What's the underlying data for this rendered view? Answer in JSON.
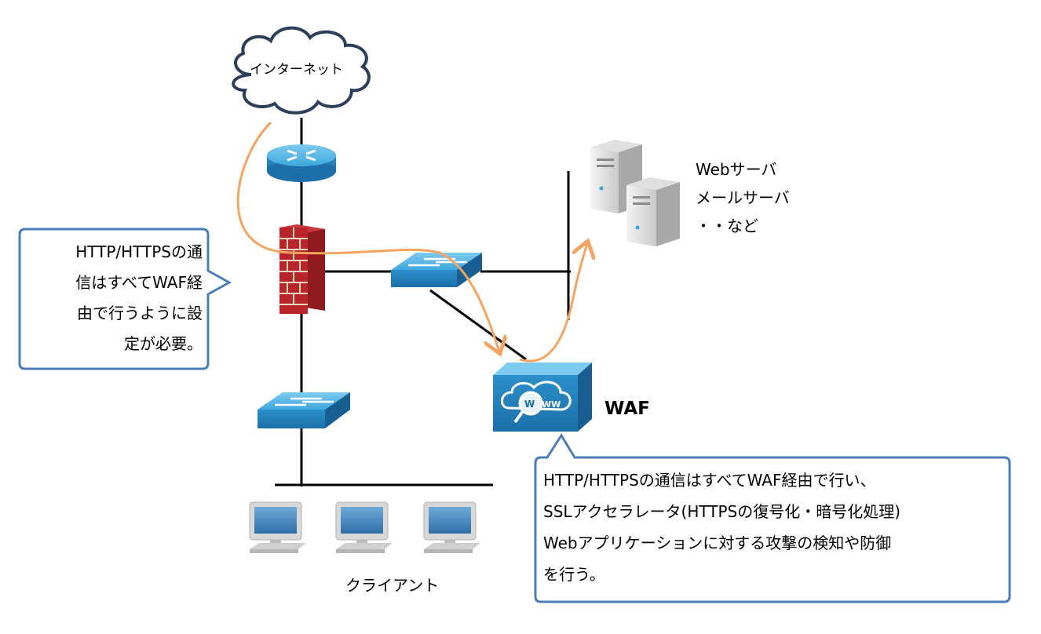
{
  "internet": {
    "label": "インターネット"
  },
  "servers": {
    "lines": [
      "Webサーバ",
      "メールサーバ",
      "・・など"
    ]
  },
  "waf": {
    "label": "WAF"
  },
  "clients": {
    "label": "クライアント"
  },
  "callout_left": {
    "lines": [
      "HTTP/HTTPSの通",
      "信はすべてWAF経",
      "由で行うように設",
      "定が必要。"
    ]
  },
  "callout_bottom": {
    "lines": [
      "HTTP/HTTPSの通信はすべてWAF経由で行い、",
      "SSLアクセラレータ(HTTPSの復号化・暗号化処理)",
      "Webアプリケーションに対する攻撃の検知や防御",
      "を行う。"
    ]
  },
  "colors": {
    "flow_arrow": "#F4A460",
    "callout_border": "#4A7EBB",
    "device_blue": "#2E9AD3",
    "firewall_red": "#B8242A"
  }
}
